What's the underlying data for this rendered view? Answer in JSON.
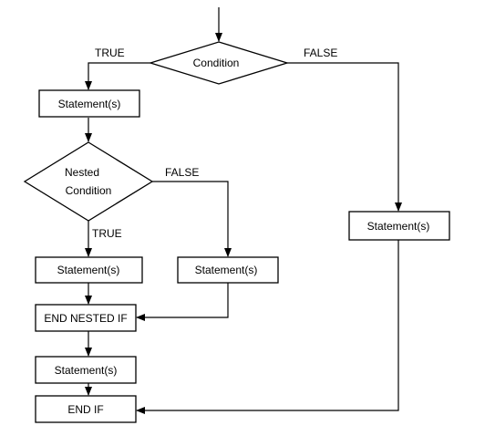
{
  "diagram": {
    "condition": "Condition",
    "nested_condition_line1": "Nested",
    "nested_condition_line2": "Condition",
    "statement": "Statement(s)",
    "end_nested_if": "END NESTED IF",
    "end_if": "END IF",
    "true_label": "TRUE",
    "false_label": "FALSE"
  }
}
